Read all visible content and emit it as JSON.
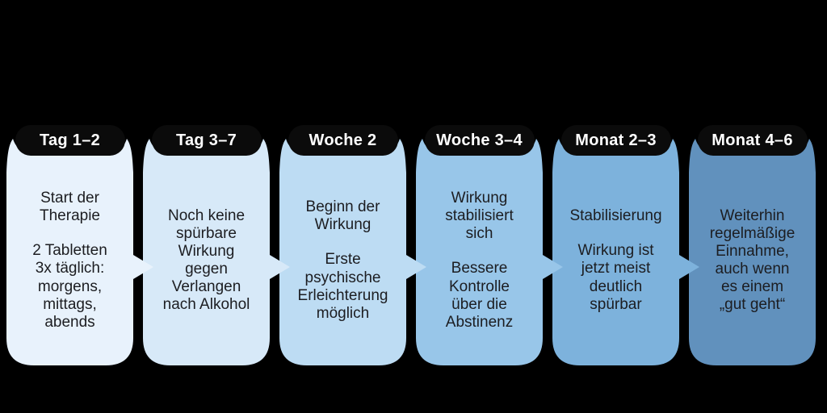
{
  "cards": [
    {
      "period": "Tag 1–2",
      "heading": "Start der\nTherapie",
      "body": "2 Tabletten\n3x täglich:\nmorgens,\nmittags,\nabends",
      "color": "#e8f2fc"
    },
    {
      "period": "Tag 3–7",
      "heading": "",
      "body": "Noch keine\nspürbare\nWirkung\ngegen\nVerlangen\nnach Alkohol",
      "color": "#d7e9f8"
    },
    {
      "period": "Woche 2",
      "heading": "Beginn der\nWirkung",
      "body": "Erste\npsychische\nErleichterung\nmöglich",
      "color": "#bddcf3"
    },
    {
      "period": "Woche 3–4",
      "heading": "Wirkung\nstabilisiert\nsich",
      "body": "Bessere\nKontrolle\nüber die\nAbstinenz",
      "color": "#98c6e9"
    },
    {
      "period": "Monat 2–3",
      "heading": "Stabilisierung",
      "body": "Wirkung ist\njetzt meist\ndeutlich\nspürbar",
      "color": "#7db2dc"
    },
    {
      "period": "Monat 4–6",
      "heading": "",
      "body": "Weiterhin\nregelmäßige\nEinnahme,\nauch wenn\nes einem\n„gut geht“",
      "color": "#6191bd"
    }
  ],
  "colors": {
    "background": "#000000",
    "tab_background": "#0b0b0b",
    "tab_text": "#ffffff",
    "body_text": "#1c1d21"
  }
}
